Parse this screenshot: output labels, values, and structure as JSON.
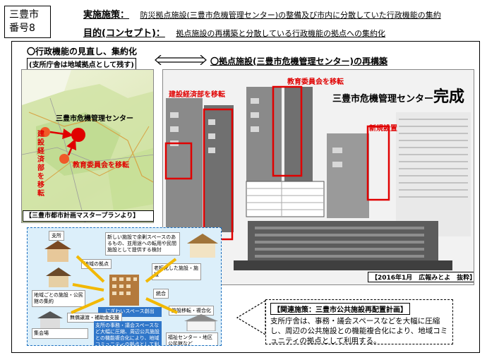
{
  "id_box": {
    "line1": "三豊市",
    "line2": "番号8"
  },
  "header": {
    "impl_label": "実施施策：",
    "impl_text": "防災拠点施設(三豊市危機管理センター)の整備及び市内に分散していた行政機能の集約",
    "goal_label": "目的(コンセプト)：",
    "goal_text": "拠点施設の再構築と分散している行政機能の拠点への集約化"
  },
  "left_section": {
    "title": "〇行政機能の見直し、集約化",
    "subtitle": "(支所庁舎は地域拠点として残す)",
    "map": {
      "center_label": "三豊市危機管理センター",
      "edu_label": "教育委員会を移転",
      "construction_label_chars": [
        "建",
        "設",
        "経",
        "済",
        "部",
        "を",
        "移",
        "転"
      ],
      "caption": "【三豊市都市計画マスタープランより】"
    }
  },
  "right_section": {
    "title": "〇拠点施設(三豊市危機管理センター)の再構築",
    "photo": {
      "label_construction": "建設経済部を移転",
      "label_edu": "教育委員会を移転",
      "label_new": "新規設置",
      "title_prefix": "三豊市危機管理センター",
      "title_big": "完成",
      "caption": "【2016年1月　広報みとよ　抜粋】"
    }
  },
  "diagram": {
    "notes": [
      "支所",
      "新しい施設で余剰スペースのあるもの、並用途への転用や民間施設として提供する検討",
      "老朽化した施設・施設",
      "地域の拠点",
      "無償譲渡・補助金支援",
      "地域ごとの施設・公民館の集約",
      "施設移転・複合化",
      "福祉センター・地区公民館など",
      "集会場",
      "統合"
    ],
    "blue_text": "支所の事務・議会スペースなど大幅に圧縮、周辺公共施設との機能複合化により、地域コミュニティの拠点として利用",
    "center_tag": "にぎわいスペース創出"
  },
  "related": {
    "title": "【関連施策：三豊市公共施設再配置計画】",
    "body": "支所庁舎は、事務・議会スペースなどを大幅に圧縮し、周辺の公共施設との機能複合化により、地域コミュニティの拠点として利用する。"
  },
  "colors": {
    "accent_red": "#e00000",
    "diagram_bg": "#dceffa",
    "diagram_border": "#1c6fbf"
  }
}
